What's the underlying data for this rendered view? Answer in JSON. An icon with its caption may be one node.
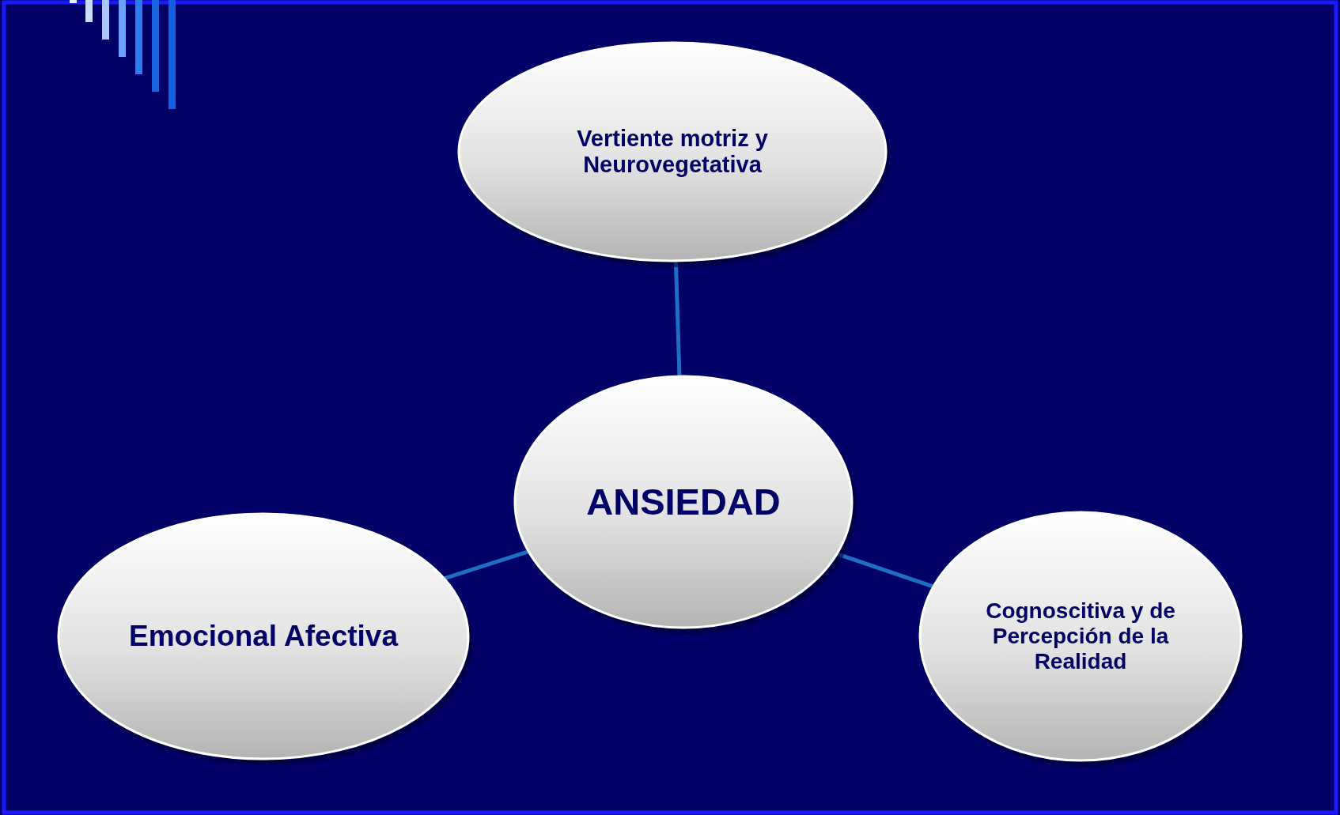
{
  "diagram": {
    "nodes": [
      {
        "text": [
          "Vertiente motriz y Neurovegetativa"
        ]
      },
      {
        "text": [
          "ANSIEDAD"
        ]
      },
      {
        "text": [
          "Emocional Afectiva"
        ]
      },
      {
        "text": [
          "Cognoscitiva y de Percepción de la Realidad"
        ]
      }
    ],
    "edges": [
      {
        "from": 1,
        "to": 0,
        "arrow": "none"
      },
      {
        "from": 1,
        "to": 2,
        "arrow": "none"
      },
      {
        "from": 1,
        "to": 3,
        "arrow": "none"
      }
    ]
  }
}
